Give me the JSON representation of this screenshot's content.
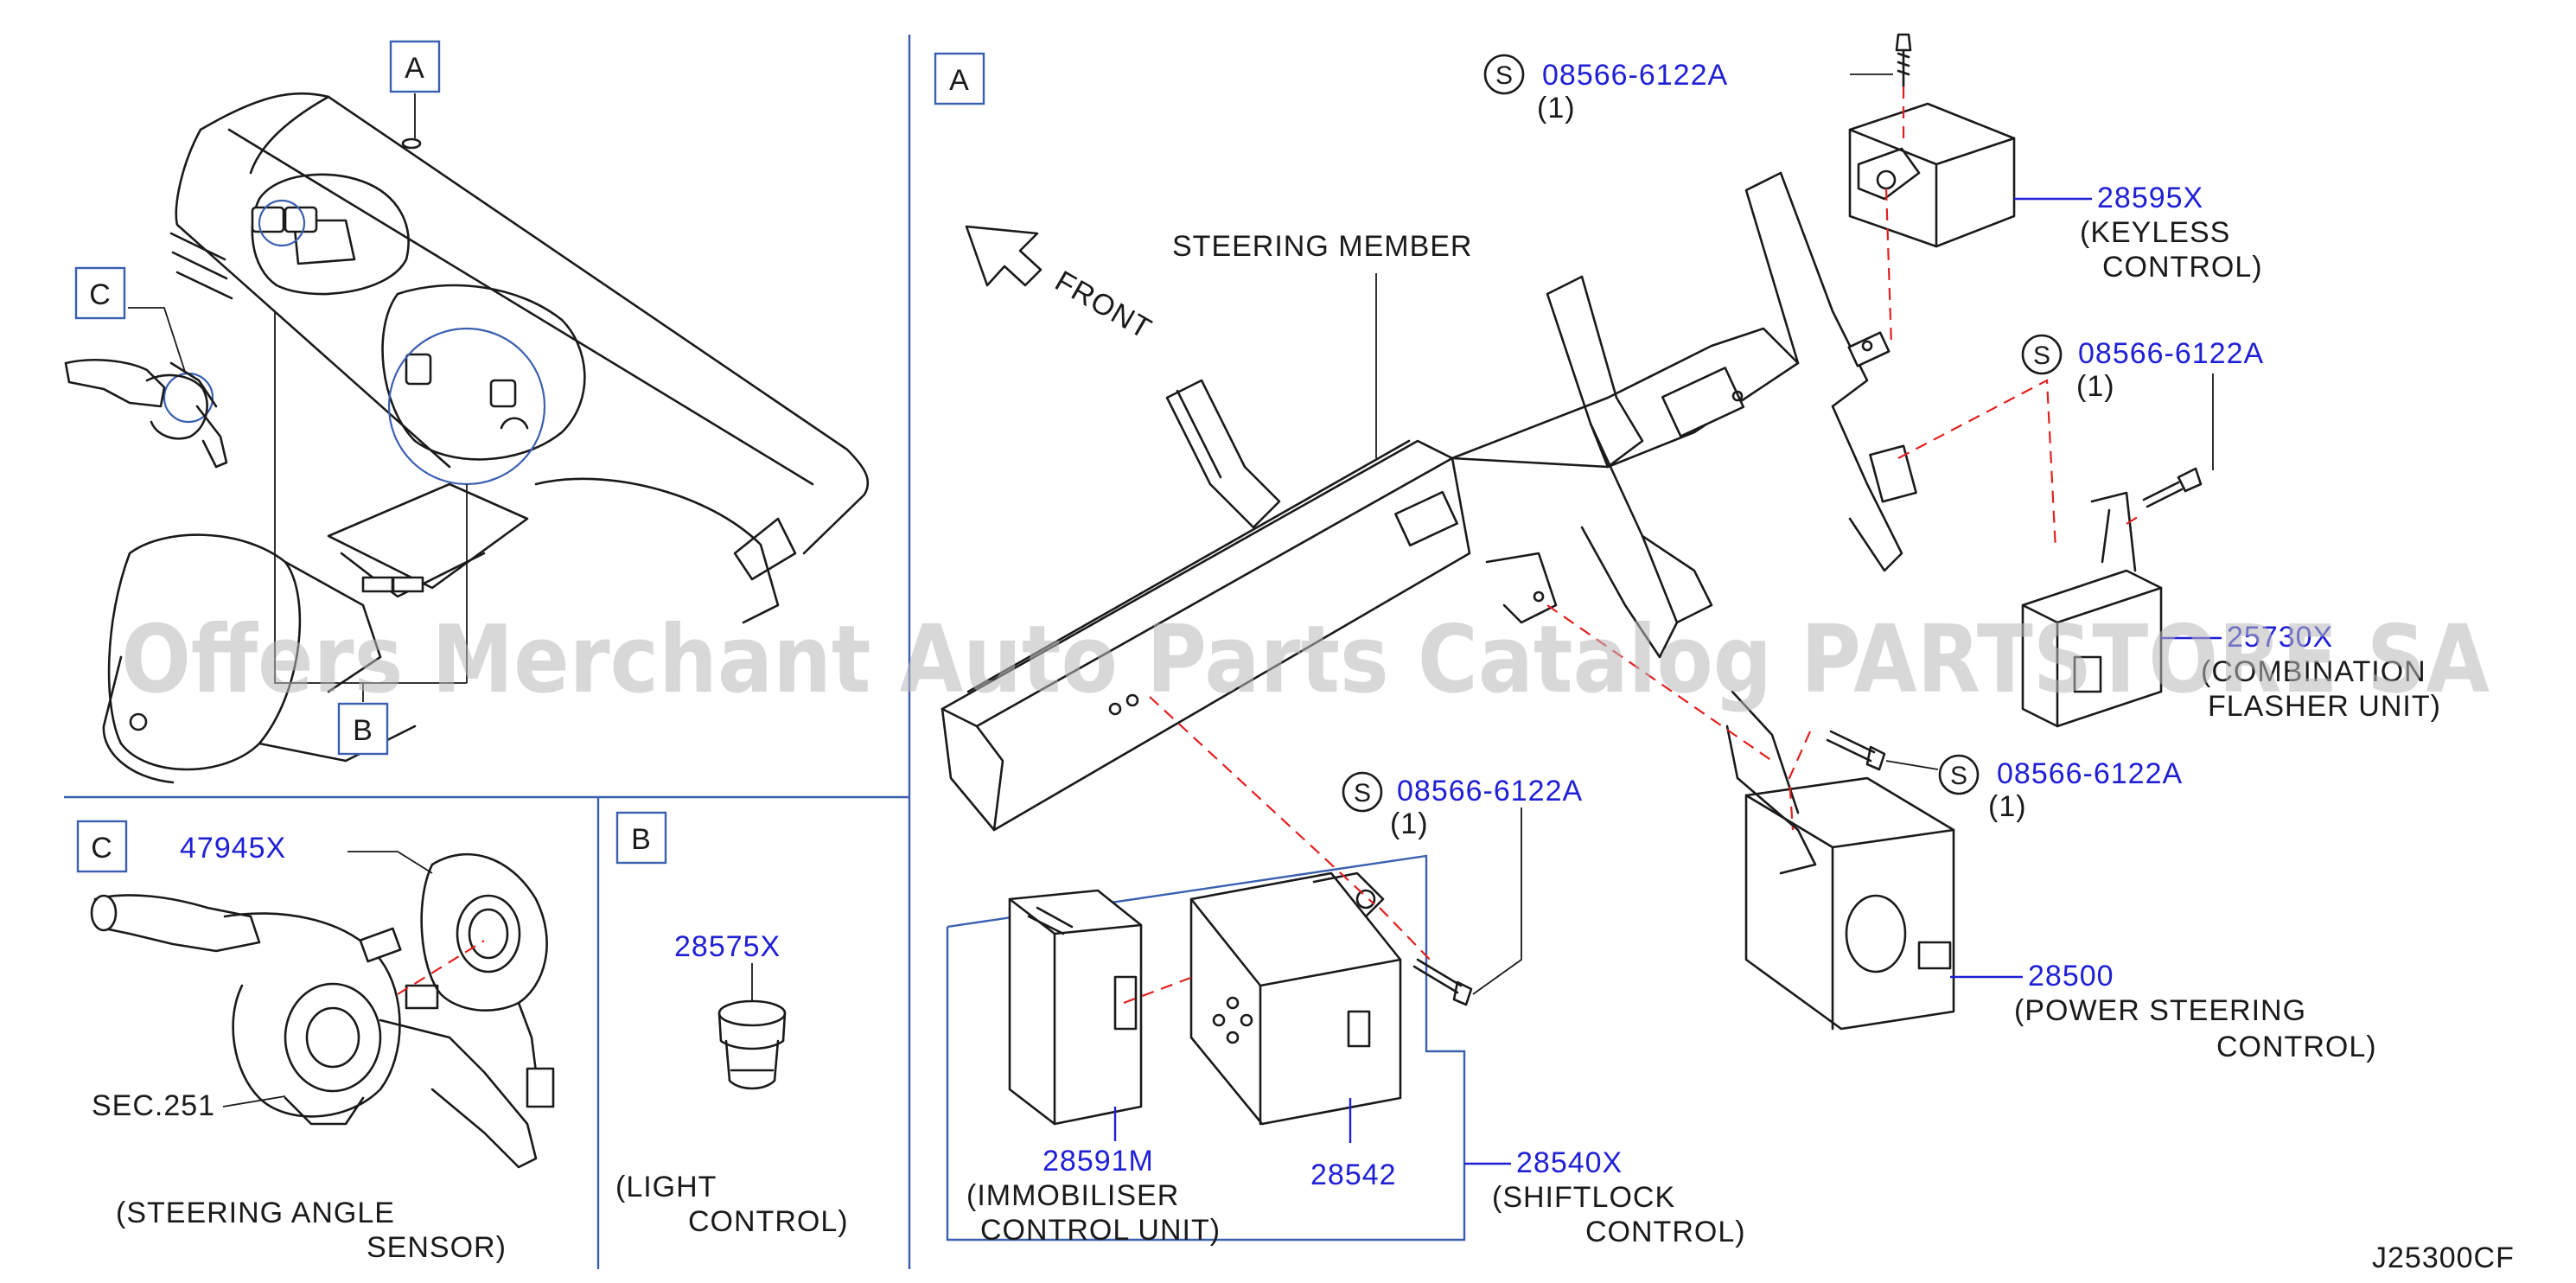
{
  "diagram": {
    "watermark": "Offers Merchant Auto Parts Catalog PARTSTORE SA",
    "footer_code": "J25300CF",
    "detail_letters": {
      "a": "A",
      "b": "B",
      "c": "C"
    },
    "overview": {
      "view_a": "A",
      "view_b": "B",
      "view_c": "C"
    },
    "panel_c": {
      "letter": "C",
      "part_number": "47945X",
      "sec_ref": "SEC.251",
      "caption_line1": "(STEERING   ANGLE",
      "caption_line2": "SENSOR)"
    },
    "panel_b": {
      "letter": "B",
      "part_number": "28575X",
      "caption_line1": "(LIGHT",
      "caption_line2": "CONTROL)"
    },
    "panel_a": {
      "letter": "A",
      "front_label": "FRONT",
      "steering_member": "STEERING   MEMBER",
      "screw_symbol": "S",
      "screws": [
        {
          "part": "08566-6122A",
          "qty": "(1)"
        },
        {
          "part": "08566-6122A",
          "qty": "(1)"
        },
        {
          "part": "08566-6122A",
          "qty": "(1)"
        },
        {
          "part": "08566-6122A",
          "qty": "(1)"
        }
      ],
      "keyless": {
        "part": "28595X",
        "line1": "(KEYLESS",
        "line2": "CONTROL)"
      },
      "flasher": {
        "part": "25730X",
        "line1": "(COMBINATION",
        "line2": "FLASHER   UNIT)"
      },
      "power_steering": {
        "part": "28500",
        "line1": "(POWER   STEERING",
        "line2": "CONTROL)"
      },
      "immobiliser": {
        "part": "28591M",
        "line1": "(IMMOBILISER",
        "line2": "CONTROL   UNIT)"
      },
      "shiftlock_inner": {
        "part": "28542"
      },
      "shiftlock": {
        "part": "28540X",
        "line1": "(SHIFTLOCK",
        "line2": "CONTROL)"
      }
    }
  }
}
